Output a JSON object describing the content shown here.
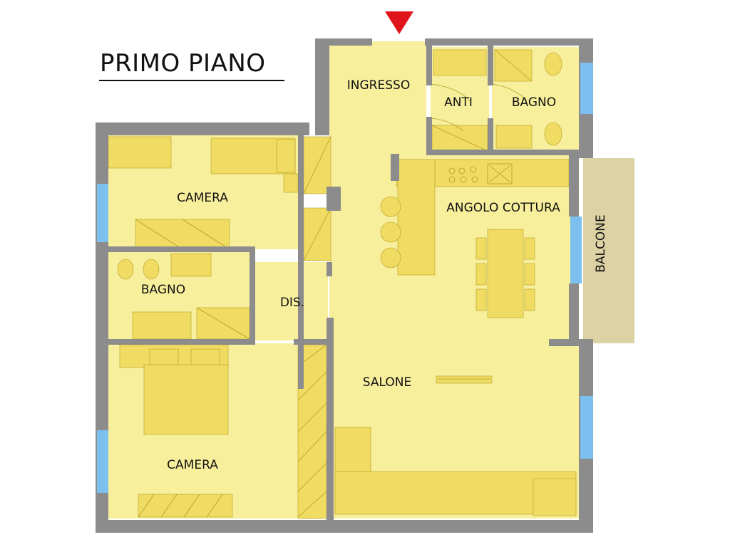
{
  "plan": {
    "title": "PRIMO PIANO",
    "rooms": {
      "ingresso": "INGRESSO",
      "anti": "ANTI",
      "bagno_top": "BAGNO",
      "camera_top": "CAMERA",
      "angolo_cottura": "ANGOLO COTTURA",
      "balcone": "BALCONE",
      "bagno_left": "BAGNO",
      "dis": "DIS.",
      "salone": "SALONE",
      "camera_bottom": "CAMERA"
    }
  },
  "colors": {
    "floor": "#f7ef9c",
    "furniture": "#f0dc62",
    "furniture_stroke": "#b59d22",
    "wall": "#8c8c8c",
    "window": "#7cc0f0",
    "balcony": "#dcd2a4",
    "entrance_marker": "#e0141b"
  }
}
